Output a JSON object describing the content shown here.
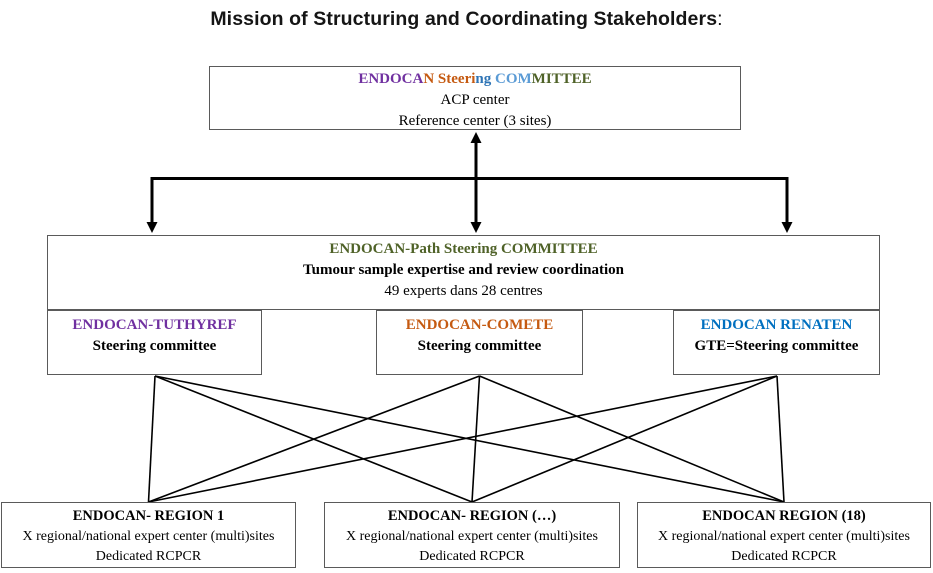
{
  "page": {
    "title": "Mission of Structuring and Coordinating Stakeholders",
    "title_colon": ":"
  },
  "colors": {
    "tuthyref_purple": "#7030A0",
    "comete_orange": "#C55A11",
    "renaten_blue": "#0070C0",
    "path_green": "#4F6228",
    "mid_blue": "#2E74B5",
    "light_blue": "#5B9BD5",
    "line_black": "#000000",
    "box_border_gray": "#5a5a5a"
  },
  "steering_box": {
    "header_segments": [
      {
        "text": "ENDOCA",
        "color": "#7030A0"
      },
      {
        "text": "N",
        "color": "#C55A11"
      },
      {
        "text": " Steeri",
        "color": "#C55A11"
      },
      {
        "text": "ng",
        "color": "#2E74B5"
      },
      {
        "text": " COM",
        "color": "#5B9BD5"
      },
      {
        "text": "MITTEE",
        "color": "#4F6228"
      }
    ],
    "line2": "ACP center",
    "line3": "Reference center (3 sites)"
  },
  "path_box": {
    "title": "ENDOCAN-Path Steering COMMITTEE",
    "title_color": "#4F6228",
    "subtitle": "Tumour sample expertise and review coordination",
    "detail": "49 experts dans 28 centres"
  },
  "committees": [
    {
      "title": "ENDOCAN-TUTHYREF",
      "title_color": "#7030A0",
      "subtitle": "Steering committee"
    },
    {
      "title": "ENDOCAN-COMETE",
      "title_color": "#C55A11",
      "subtitle": "Steering committee"
    },
    {
      "title": "ENDOCAN RENATEN",
      "title_color": "#0070C0",
      "subtitle": "GTE=Steering committee"
    }
  ],
  "regions": [
    {
      "title": "ENDOCAN- REGION 1",
      "line1": "X regional/national expert center (multi)sites",
      "line2": "Dedicated RCPCR"
    },
    {
      "title": "ENDOCAN- REGION (…)",
      "line1": "X regional/national expert center (multi)sites",
      "line2": "Dedicated RCPCR"
    },
    {
      "title": "ENDOCAN REGION (18)",
      "line1": "X regional/national expert center (multi)sites",
      "line2": "Dedicated RCPCR"
    }
  ]
}
